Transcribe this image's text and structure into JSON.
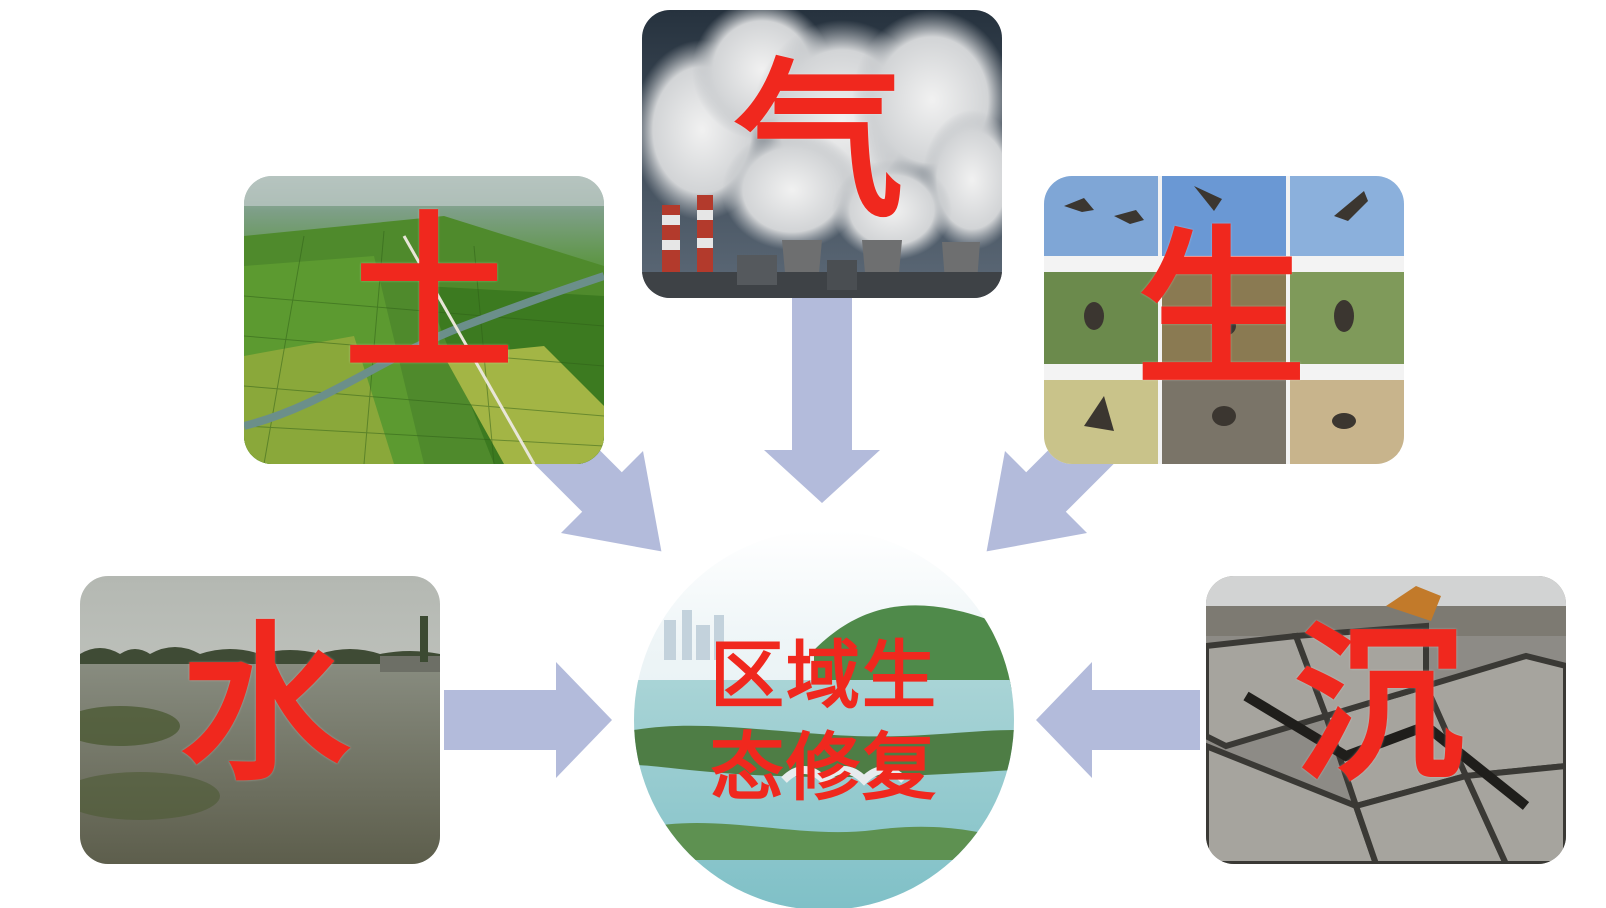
{
  "diagram": {
    "center": {
      "line1": "区域生",
      "line2": "态修复"
    },
    "nodes": {
      "air": "气",
      "soil": "土",
      "bio": "生",
      "water": "水",
      "subsidence": "沉"
    }
  },
  "colors": {
    "label": "#f0281e",
    "arrow": "#b3bbdb"
  }
}
